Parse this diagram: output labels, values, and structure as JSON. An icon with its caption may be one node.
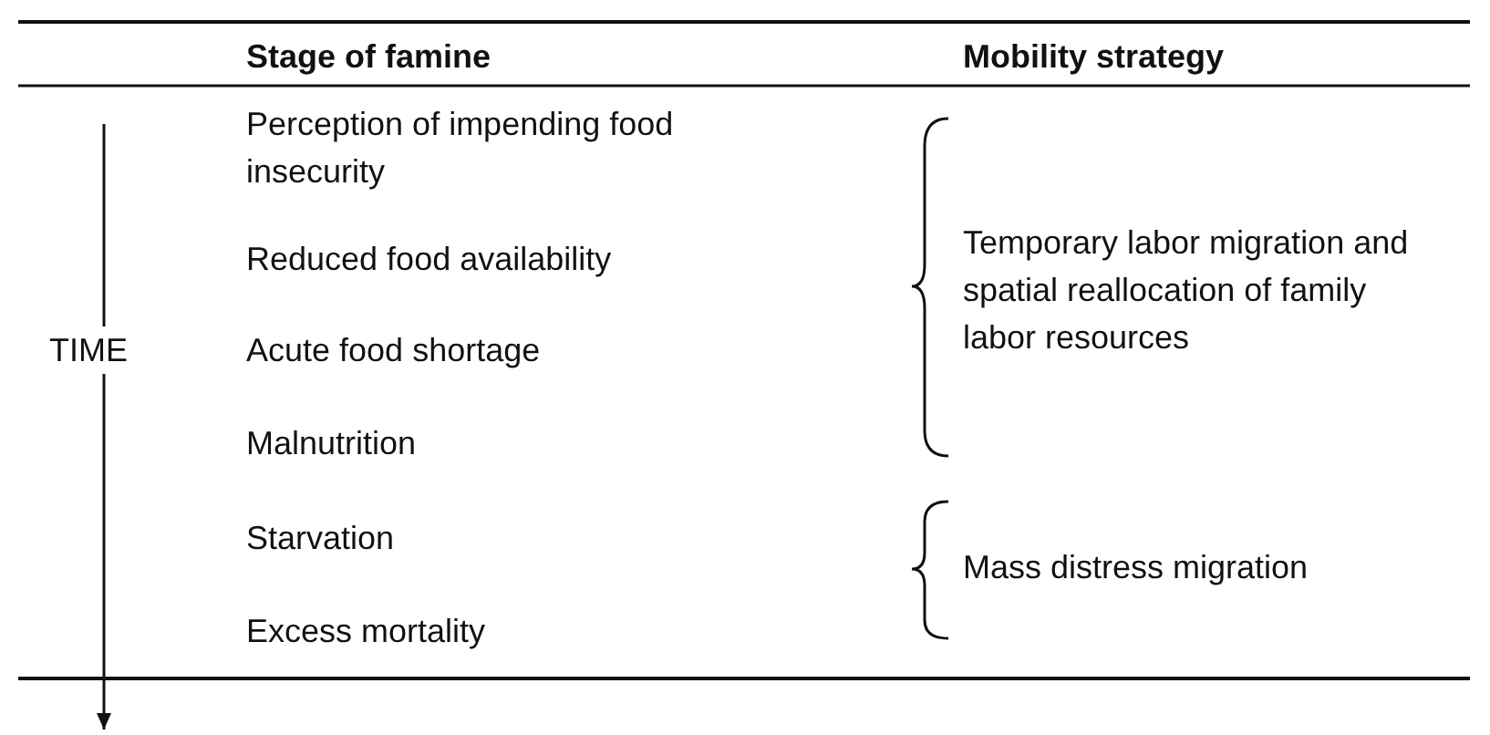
{
  "diagram": {
    "labels": [
      "Stage of famine",
      "Mobility strategy",
      "Perception of impending food insecurity",
      "Reduced food availability",
      "Temporary labor migration and spatial reallocation of family labor resources",
      "TIME",
      "Acute food shortage",
      "Malnutrition",
      "Starvation",
      "Mass distress migration",
      "Excess mortality"
    ]
  }
}
